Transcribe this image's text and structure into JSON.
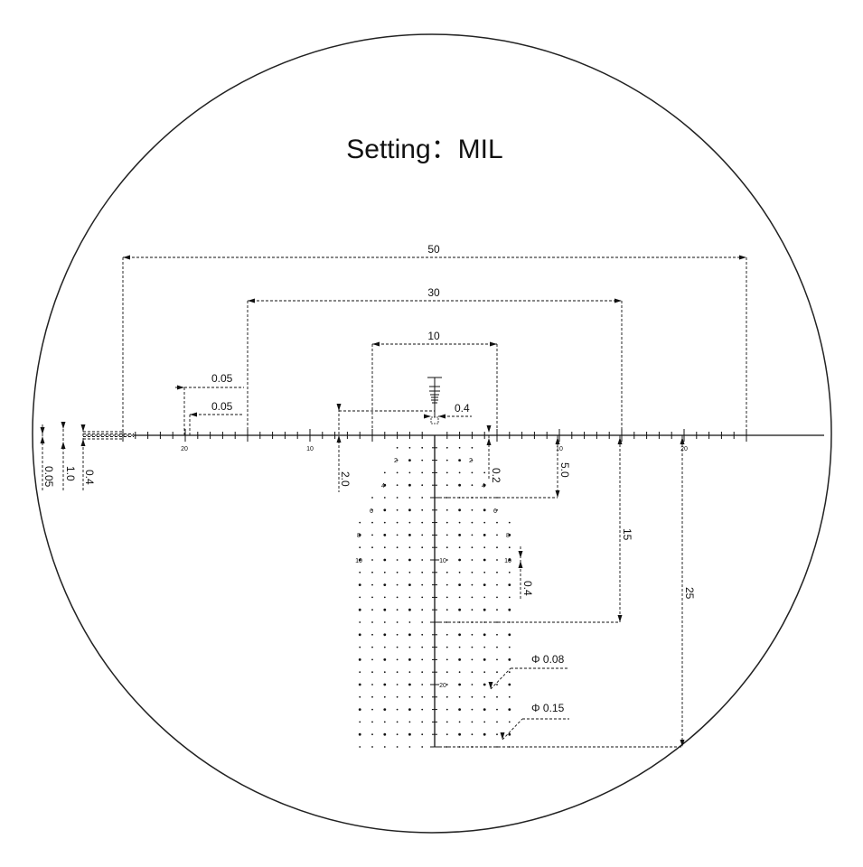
{
  "title": "Setting：MIL",
  "dimensions": {
    "span_50": "50",
    "span_30": "30",
    "span_10": "10",
    "tick_spacing_a": "0.05",
    "tick_spacing_b": "0.05",
    "center_gap": "0.4",
    "stadia_top": "0.2",
    "holdover_2": "2.0",
    "holdover_5": "5.0",
    "holdover_15": "15",
    "holdover_25": "25",
    "line_width": "0.05",
    "post_height": "1.0",
    "post_line": "0.4",
    "dot_spacing": "0.4",
    "dot_small": "Φ 0.08",
    "dot_large": "Φ 0.15"
  },
  "horizontal_labels": [
    "20",
    "10",
    "10",
    "20"
  ],
  "grid_labels": [
    "2",
    "4",
    "6",
    "8",
    "10",
    "20"
  ],
  "unit": "MIL",
  "colors": {
    "line": "#111111",
    "background": "#ffffff"
  }
}
